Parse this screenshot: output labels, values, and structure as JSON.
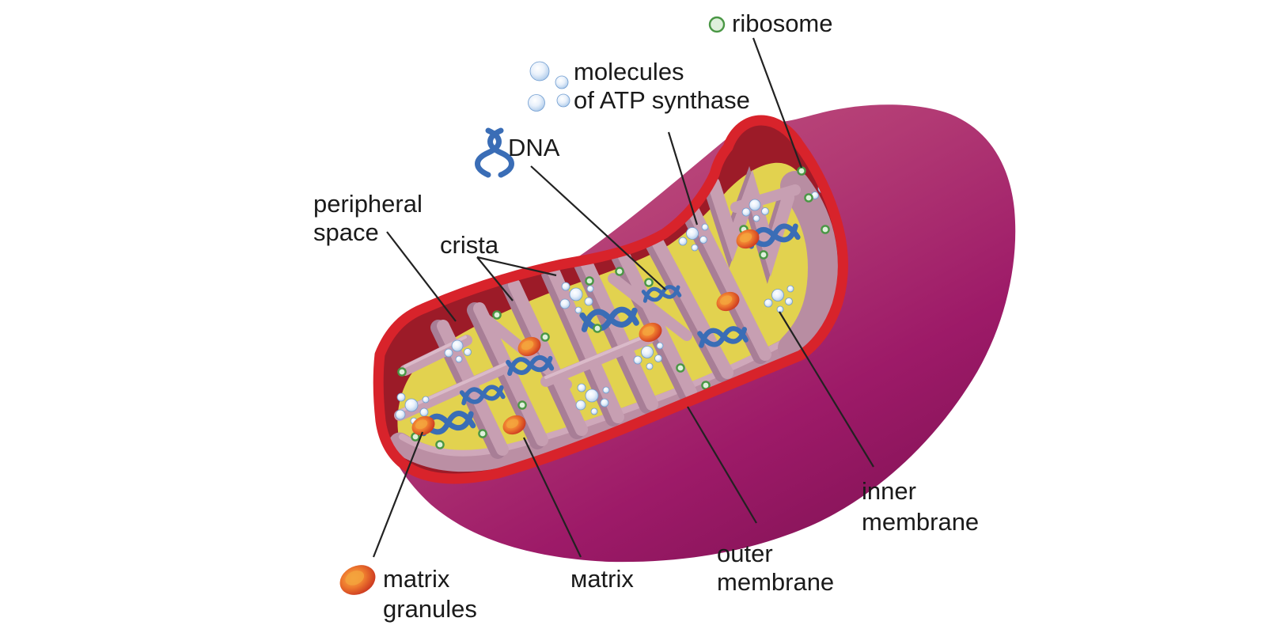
{
  "figure": {
    "subject": "mitochondrion cross-section diagram",
    "labels": {
      "ribosome": "ribosome",
      "atp_line1": "molecules",
      "atp_line2": "of ATP synthase",
      "dna": "DNA",
      "peripheral_line1": "peripheral",
      "peripheral_line2": "space",
      "crista": "crista",
      "granules_line1": "matrix",
      "granules_line2": "granules",
      "matrix": "мatrix",
      "outer_line1": "outer",
      "outer_line2": "membrane",
      "inner_line1": "inner",
      "inner_line2": "membrane"
    },
    "colors": {
      "outer_membrane_red": "#d8232b",
      "peripheral_space_dark_red": "#9c1b28",
      "matrix_yellow": "#e2d24f",
      "cristae_pink": "#c79fb2",
      "cristae_pink_dark": "#a87e96",
      "inner_band_pink": "#bb8fa4",
      "body_magenta_light": "#c65a82",
      "body_magenta": "#a81d6b",
      "body_magenta_dark": "#801254",
      "dna_blue": "#3a6db6",
      "ribosome_green": "#4a9745",
      "granule_orange": "#e2582e",
      "atp_sphere_blue": "#9dbfe6",
      "label_text": "#1a1a1a"
    },
    "icons": {
      "ribosome_icon": "green dot",
      "atp_icon": "cluster of blue spheres",
      "dna_icon": "blue double helix",
      "granule_icon": "orange hemisphere"
    }
  }
}
